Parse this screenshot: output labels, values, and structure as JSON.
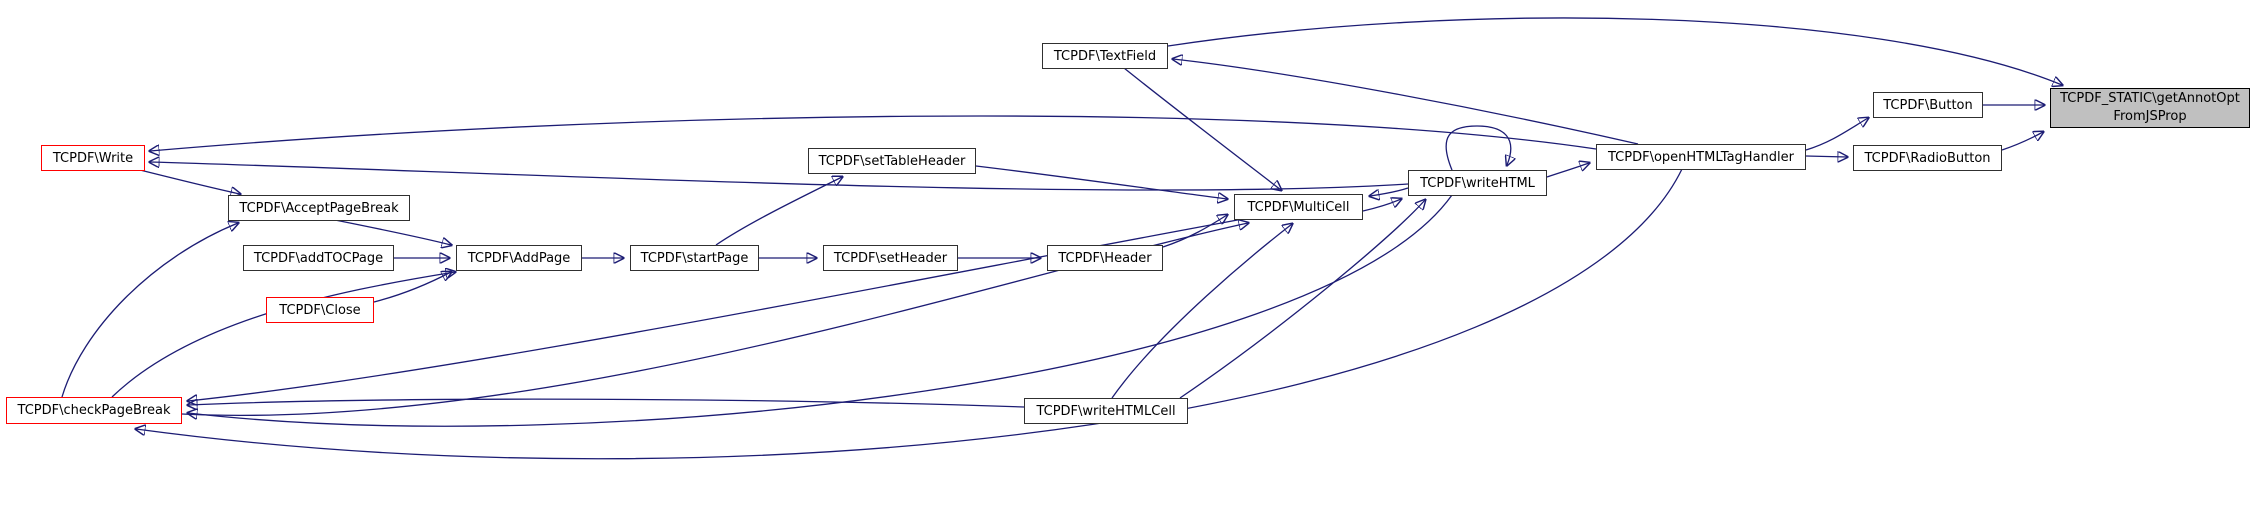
{
  "diagram": {
    "type": "doxygen-caller-graph",
    "current_function": "TCPDF_STATIC\\getAnnotOptFromJSProp"
  },
  "colors": {
    "edge": "#1c1c74",
    "node_border": "#303030",
    "highlight_border": "#ff0000",
    "current_fill": "#c0c0c0",
    "node_fill": "#ffffff",
    "background": "#ffffff",
    "text": "#000000"
  },
  "nodes": [
    {
      "id": "write",
      "label": "TCPDF\\Write",
      "style": "red"
    },
    {
      "id": "acceptPageBreak",
      "label": "TCPDF\\AcceptPageBreak",
      "style": "normal"
    },
    {
      "id": "addTOCPage",
      "label": "TCPDF\\addTOCPage",
      "style": "normal"
    },
    {
      "id": "addPage",
      "label": "TCPDF\\AddPage",
      "style": "normal"
    },
    {
      "id": "close",
      "label": "TCPDF\\Close",
      "style": "red"
    },
    {
      "id": "startPage",
      "label": "TCPDF\\startPage",
      "style": "normal"
    },
    {
      "id": "setHeader",
      "label": "TCPDF\\setHeader",
      "style": "normal"
    },
    {
      "id": "header",
      "label": "TCPDF\\Header",
      "style": "normal"
    },
    {
      "id": "setTableHeader",
      "label": "TCPDF\\setTableHeader",
      "style": "normal"
    },
    {
      "id": "textField",
      "label": "TCPDF\\TextField",
      "style": "normal"
    },
    {
      "id": "multiCell",
      "label": "TCPDF\\MultiCell",
      "style": "normal"
    },
    {
      "id": "writeHTML",
      "label": "TCPDF\\writeHTML",
      "style": "normal"
    },
    {
      "id": "openHTMLTagHandler",
      "label": "TCPDF\\openHTMLTagHandler",
      "style": "normal"
    },
    {
      "id": "button",
      "label": "TCPDF\\Button",
      "style": "normal"
    },
    {
      "id": "radioButton",
      "label": "TCPDF\\RadioButton",
      "style": "normal"
    },
    {
      "id": "getAnnotOptFromJSProp",
      "label": "TCPDF_STATIC\\getAnnotOptFromJSProp",
      "lines": [
        "TCPDF_STATIC\\getAnnotOpt",
        "FromJSProp"
      ],
      "style": "current"
    },
    {
      "id": "checkPageBreak",
      "label": "TCPDF\\checkPageBreak",
      "style": "red"
    },
    {
      "id": "writeHTMLCell",
      "label": "TCPDF\\writeHTMLCell",
      "style": "normal"
    }
  ],
  "edges": [
    {
      "from": "write",
      "to": "acceptPageBreak"
    },
    {
      "from": "checkPageBreak",
      "to": "acceptPageBreak"
    },
    {
      "from": "acceptPageBreak",
      "to": "addPage"
    },
    {
      "from": "addTOCPage",
      "to": "addPage"
    },
    {
      "from": "close",
      "to": "addPage"
    },
    {
      "from": "checkPageBreak",
      "to": "addPage"
    },
    {
      "from": "addPage",
      "to": "startPage"
    },
    {
      "from": "startPage",
      "to": "setHeader"
    },
    {
      "from": "startPage",
      "to": "setTableHeader"
    },
    {
      "from": "setHeader",
      "to": "header"
    },
    {
      "from": "header",
      "to": "multiCell"
    },
    {
      "from": "setTableHeader",
      "to": "multiCell"
    },
    {
      "from": "textField",
      "to": "multiCell"
    },
    {
      "from": "writeHTML",
      "to": "multiCell"
    },
    {
      "from": "multiCell",
      "to": "writeHTML"
    },
    {
      "from": "writeHTMLCell",
      "to": "writeHTML"
    },
    {
      "from": "writeHTMLCell",
      "to": "multiCell"
    },
    {
      "from": "checkPageBreak",
      "to": "multiCell"
    },
    {
      "from": "writeHTML",
      "to": "writeHTML"
    },
    {
      "from": "writeHTML",
      "to": "openHTMLTagHandler"
    },
    {
      "from": "writeHTML",
      "to": "write"
    },
    {
      "from": "openHTMLTagHandler",
      "to": "write"
    },
    {
      "from": "openHTMLTagHandler",
      "to": "textField"
    },
    {
      "from": "openHTMLTagHandler",
      "to": "button"
    },
    {
      "from": "openHTMLTagHandler",
      "to": "radioButton"
    },
    {
      "from": "button",
      "to": "getAnnotOptFromJSProp"
    },
    {
      "from": "radioButton",
      "to": "getAnnotOptFromJSProp"
    },
    {
      "from": "textField",
      "to": "getAnnotOptFromJSProp"
    },
    {
      "from": "multiCell",
      "to": "checkPageBreak"
    },
    {
      "from": "writeHTML",
      "to": "checkPageBreak"
    },
    {
      "from": "openHTMLTagHandler",
      "to": "checkPageBreak"
    },
    {
      "from": "writeHTMLCell",
      "to": "checkPageBreak"
    }
  ]
}
